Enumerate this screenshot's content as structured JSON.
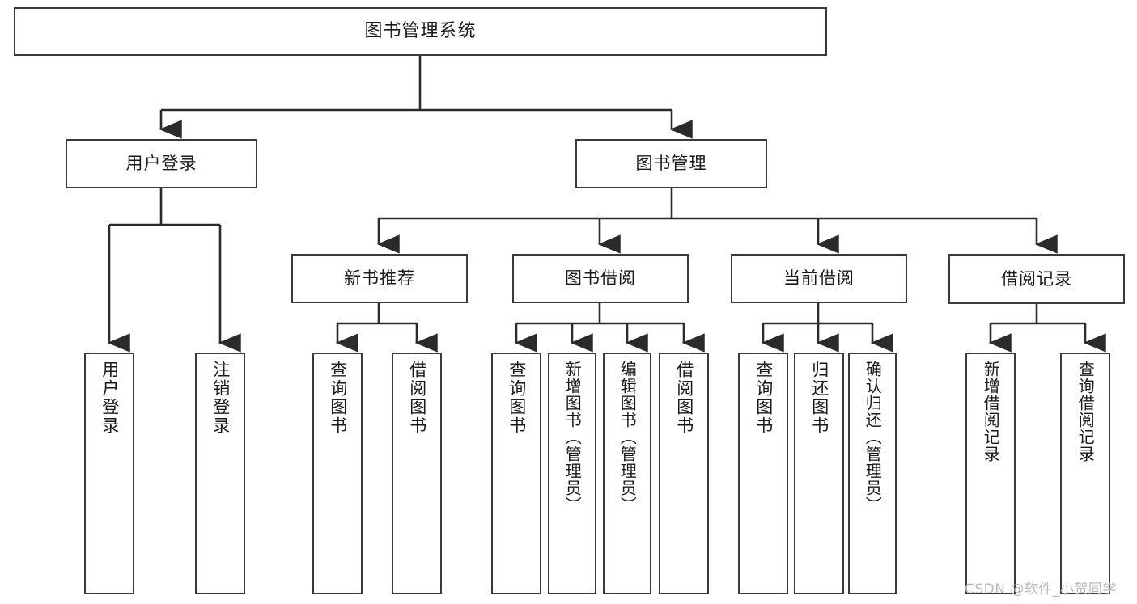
{
  "diagram": {
    "title": "图书管理系统",
    "type": "tree-hierarchy-chart",
    "orientation": "top-down",
    "colors": {
      "box_border": "#3a3a3a",
      "box_fill": "#ffffff",
      "edge": "#2b2b2b",
      "text": "#1a1a1a",
      "watermark": "#b9b9b9",
      "background": "#ffffff"
    }
  },
  "nodes": {
    "root": {
      "label": "图书管理系统"
    },
    "level2": [
      {
        "id": "user-login",
        "label": "用户登录"
      },
      {
        "id": "book-management",
        "label": "图书管理"
      }
    ],
    "level3": [
      {
        "id": "new-book-recommend",
        "label": "新书推荐"
      },
      {
        "id": "book-borrow",
        "label": "图书借阅"
      },
      {
        "id": "current-borrow",
        "label": "当前借阅"
      },
      {
        "id": "borrow-record",
        "label": "借阅记录"
      }
    ],
    "leaves": {
      "user-login": [
        {
          "id": "leaf-user-login",
          "label": "用户登录"
        },
        {
          "id": "leaf-logout-login",
          "label": "注销登录"
        }
      ],
      "new-book-recommend": [
        {
          "id": "leaf-query-book-1",
          "label": "查询图书"
        },
        {
          "id": "leaf-borrow-book-1",
          "label": "借阅图书"
        }
      ],
      "book-borrow": [
        {
          "id": "leaf-query-book-2",
          "label": "查询图书"
        },
        {
          "id": "leaf-add-book",
          "label": "新增图书（管理员）"
        },
        {
          "id": "leaf-edit-book",
          "label": "编辑图书（管理员）"
        },
        {
          "id": "leaf-borrow-book-2",
          "label": "借阅图书"
        }
      ],
      "current-borrow": [
        {
          "id": "leaf-query-book-3",
          "label": "查询图书"
        },
        {
          "id": "leaf-return-book",
          "label": "归还图书"
        },
        {
          "id": "leaf-confirm-return",
          "label": "确认归还（管理员）"
        }
      ],
      "borrow-record": [
        {
          "id": "leaf-add-borrow-record",
          "label": "新增借阅记录"
        },
        {
          "id": "leaf-query-borrow-record",
          "label": "查询借阅记录"
        }
      ]
    }
  },
  "watermark": {
    "text": "CSDN @软件_小贺同学"
  }
}
